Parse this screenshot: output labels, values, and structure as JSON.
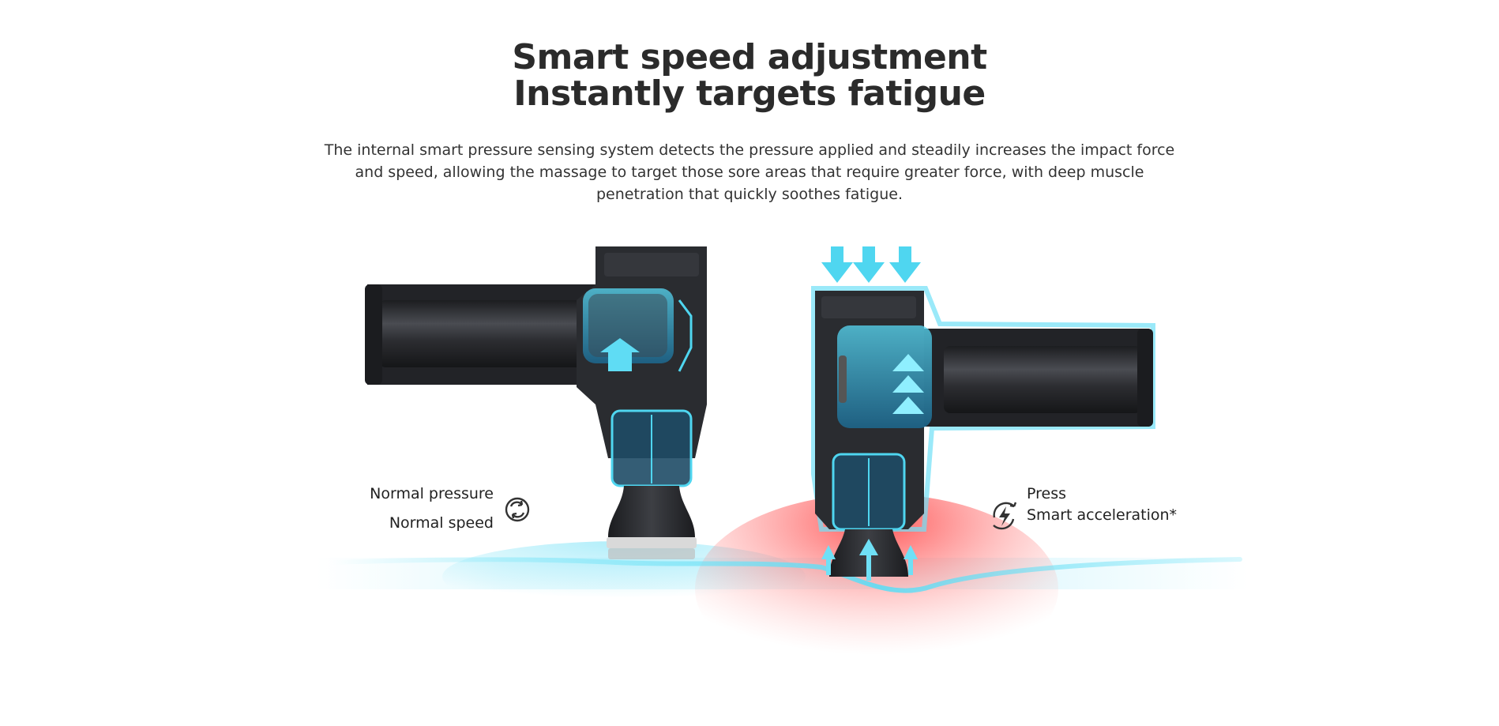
{
  "headline": {
    "line1": "Smart speed adjustment",
    "line2": "Instantly targets fatigue"
  },
  "description": "The internal smart pressure sensing system detects the pressure applied and steadily increases the impact force and speed, allowing the massage to target those sore areas that require greater force, with deep muscle penetration that quickly soothes fatigue.",
  "left_state": {
    "label_top": "Normal pressure",
    "label_bottom": "Normal speed",
    "icon": "circular-arrows-icon"
  },
  "right_state": {
    "label_top": "Press",
    "label_bottom": "Smart acceleration*",
    "icon": "lightning-cycle-icon"
  },
  "colors": {
    "accent_cyan": "#4fd6f0",
    "pressure_red": "#ff5a5a",
    "device_body": "#2a2c30",
    "text": "#2b2b2b"
  }
}
